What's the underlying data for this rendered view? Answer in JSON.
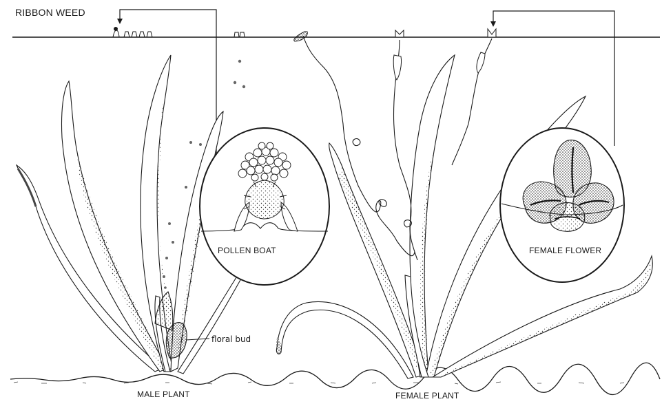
{
  "diagram": {
    "title": "RIBBON WEED",
    "labels": {
      "pollen_boat": "POLLEN BOAT",
      "female_flower": "FEMALE FLOWER",
      "floral_bud": "floral bud",
      "male_plant": "MALE PLANT",
      "female_plant": "FEMALE PLANT"
    }
  },
  "colors": {
    "ink": "#1a1a1a",
    "background": "#ffffff"
  }
}
